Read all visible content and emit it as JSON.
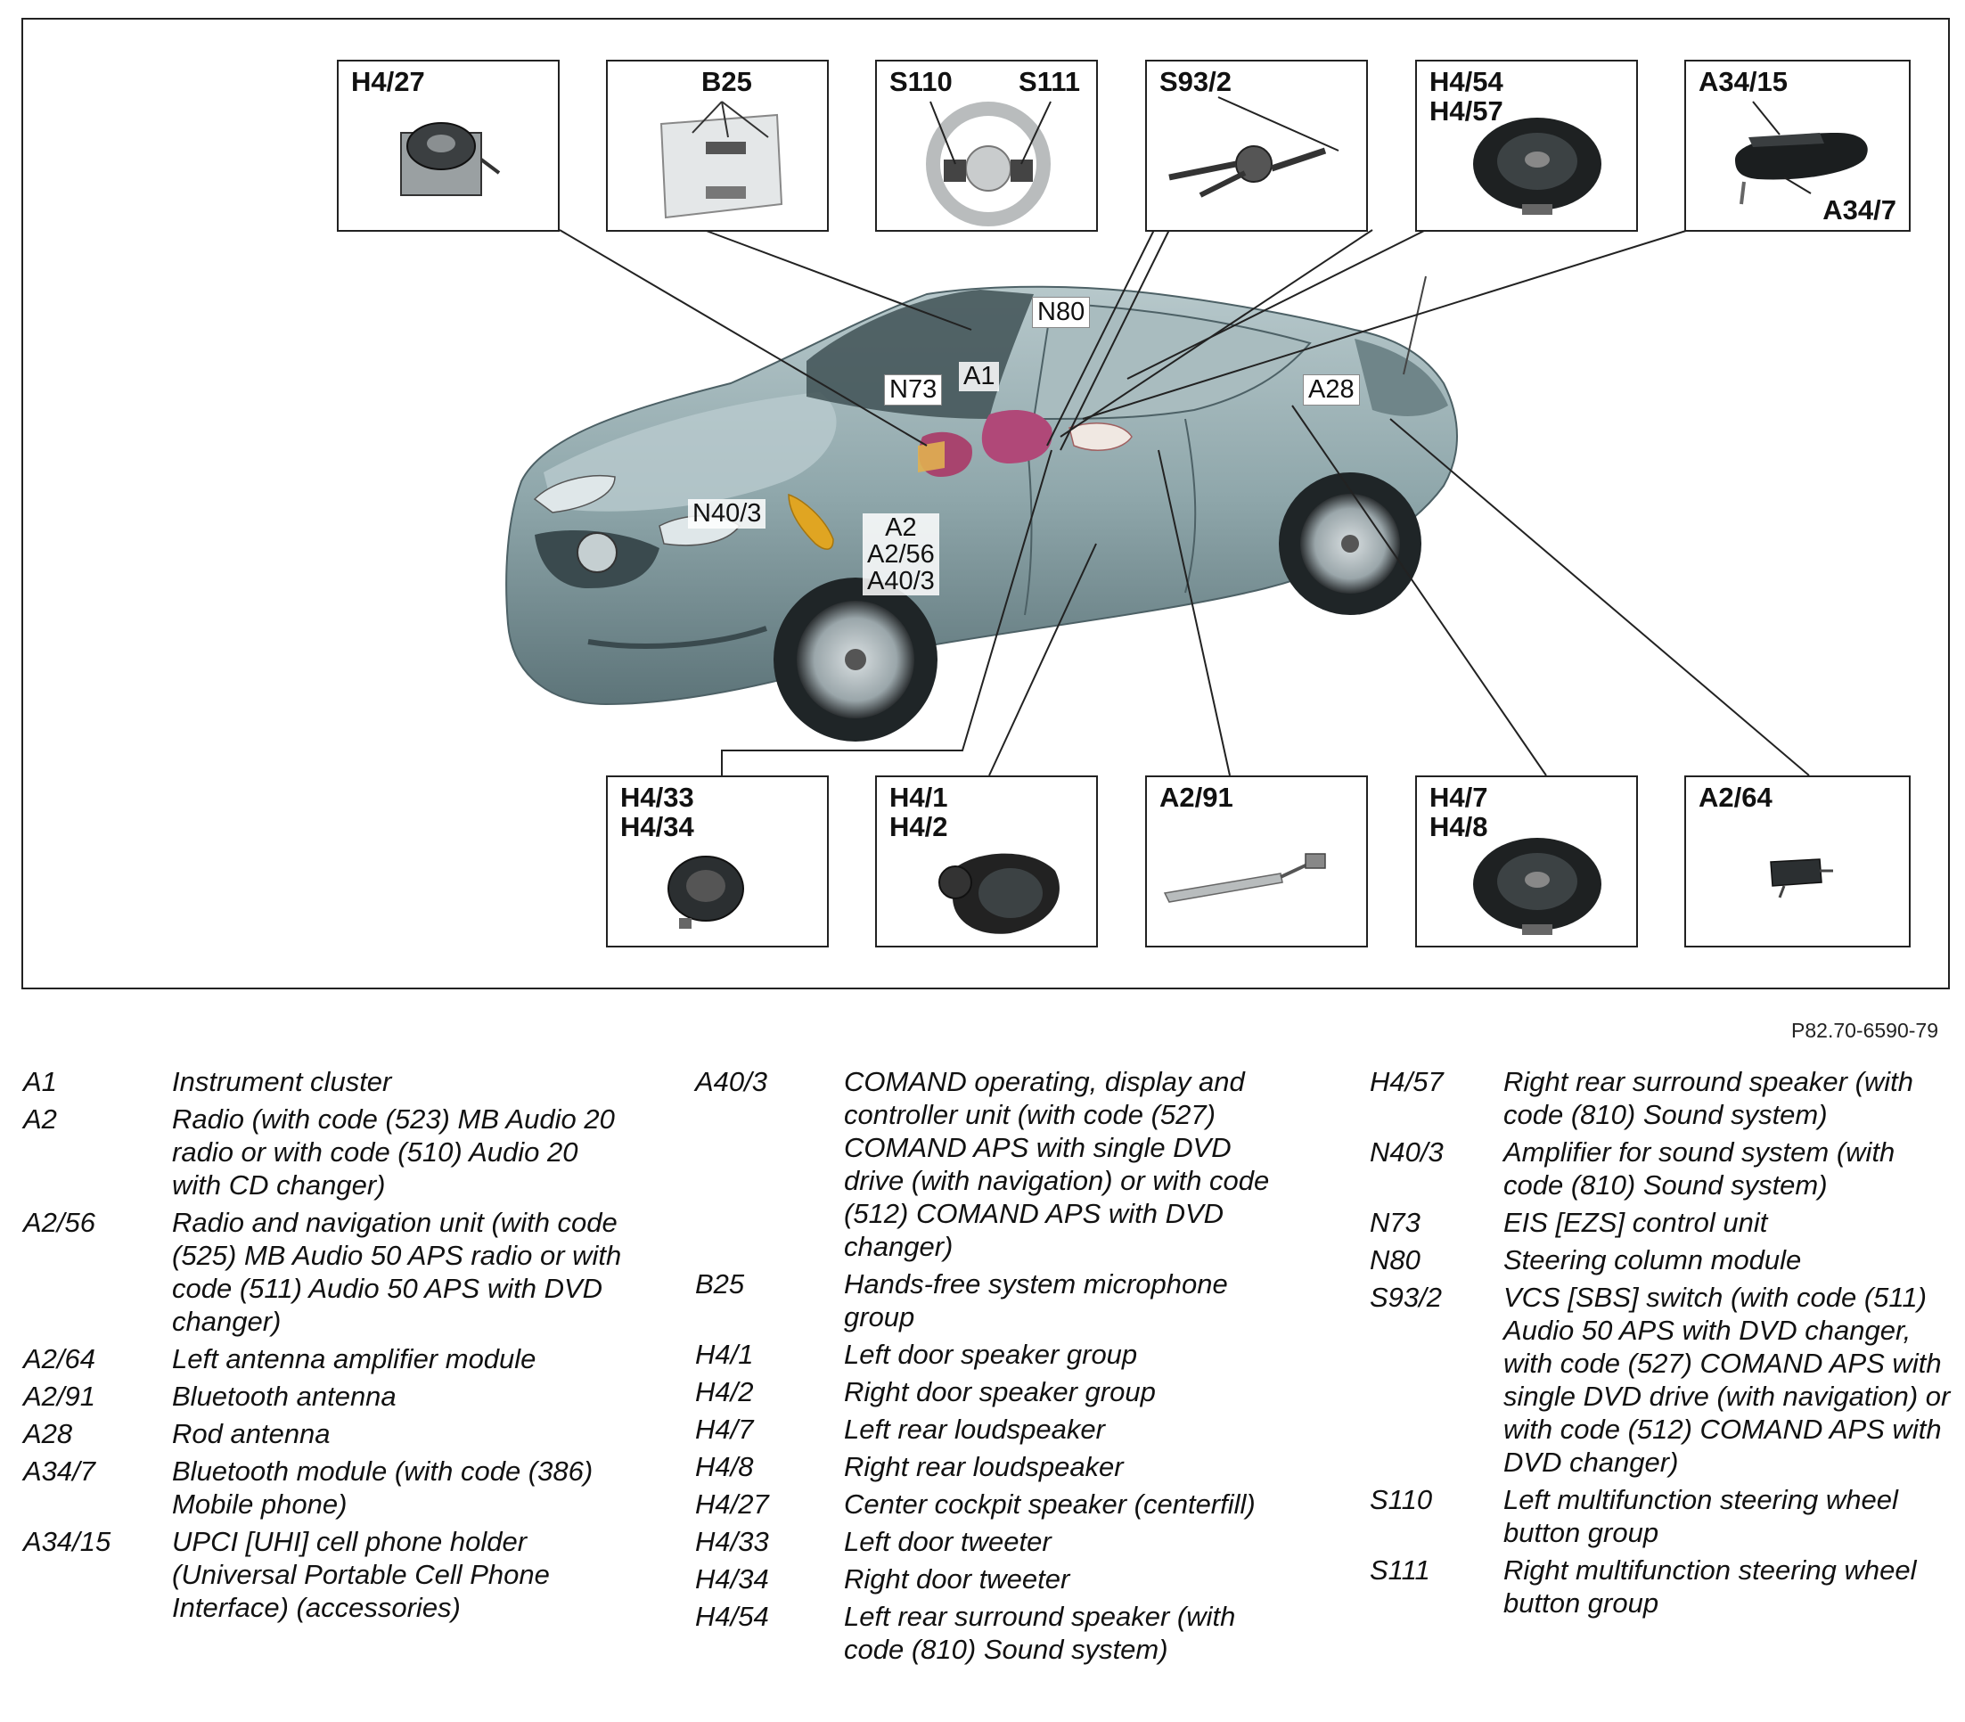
{
  "figure_id": "P82.70-6590-79",
  "callouts": {
    "h4_27": "H4/27",
    "b25": "B25",
    "s110": "S110",
    "s111": "S111",
    "s93_2": "S93/2",
    "h4_54_57": "H4/54\nH4/57",
    "a34_15": "A34/15",
    "a34_7": "A34/7",
    "h4_33_34": "H4/33\nH4/34",
    "h4_1_2": "H4/1\nH4/2",
    "a2_91": "A2/91",
    "h4_7_8": "H4/7\nH4/8",
    "a2_64": "A2/64"
  },
  "car_labels": {
    "n80": "N80",
    "a1": "A1",
    "n73": "N73",
    "a28": "A28",
    "n40_3": "N40/3",
    "a2_group": "A2\nA2/56\nA40/3"
  },
  "colors": {
    "car_body": "#8fa7ab",
    "car_dark": "#5d7479",
    "cluster_pink": "#b04878",
    "amp_yellow": "#e0a522"
  },
  "legend": [
    [
      {
        "code": "A1",
        "text": "Instrument cluster"
      },
      {
        "code": "A2",
        "text": "Radio (with code (523) MB Audio 20 radio or with code (510) Audio 20 with CD changer)"
      },
      {
        "code": "A2/56",
        "text": "Radio and navigation unit (with code (525) MB Audio 50 APS radio or with code (511) Audio 50 APS with DVD changer)"
      },
      {
        "code": "A2/64",
        "text": "Left antenna amplifier module"
      },
      {
        "code": "A2/91",
        "text": "Bluetooth antenna"
      },
      {
        "code": "A28",
        "text": "Rod antenna"
      },
      {
        "code": "A34/7",
        "text": "Bluetooth module (with code (386) Mobile phone)"
      },
      {
        "code": "A34/15",
        "text": "UPCI [UHI] cell phone holder (Universal Portable Cell Phone Interface) (accessories)"
      }
    ],
    [
      {
        "code": "A40/3",
        "text": "COMAND operating, display and controller unit (with code (527) COMAND APS with single DVD drive (with navigation) or with code (512) COMAND APS with DVD changer)"
      },
      {
        "code": "B25",
        "text": "Hands-free system microphone group"
      },
      {
        "code": "H4/1",
        "text": "Left door speaker group"
      },
      {
        "code": "H4/2",
        "text": "Right door speaker group"
      },
      {
        "code": "H4/7",
        "text": "Left rear loudspeaker"
      },
      {
        "code": "H4/8",
        "text": "Right rear loudspeaker"
      },
      {
        "code": "H4/27",
        "text": "Center cockpit speaker (centerfill)"
      },
      {
        "code": "H4/33",
        "text": "Left door tweeter"
      },
      {
        "code": "H4/34",
        "text": "Right door tweeter"
      },
      {
        "code": "H4/54",
        "text": "Left rear surround speaker (with code (810) Sound system)"
      }
    ],
    [
      {
        "code": "H4/57",
        "text": "Right rear surround speaker (with code (810) Sound system)"
      },
      {
        "code": "N40/3",
        "text": "Amplifier for sound system (with code (810) Sound system)"
      },
      {
        "code": "N73",
        "text": "EIS [EZS] control unit"
      },
      {
        "code": "N80",
        "text": "Steering column module"
      },
      {
        "code": "S93/2",
        "text": "VCS [SBS] switch (with code (511) Audio 50 APS with DVD changer, with code (527) COMAND APS with single DVD drive (with navigation) or with code (512) COMAND APS with DVD changer)"
      },
      {
        "code": "S110",
        "text": "Left multifunction steering wheel button group"
      },
      {
        "code": "S111",
        "text": "Right multifunction steering wheel button group"
      }
    ]
  ]
}
